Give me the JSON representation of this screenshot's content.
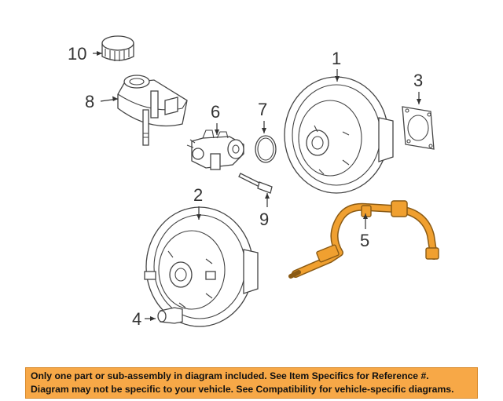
{
  "callouts": {
    "c1": "1",
    "c2": "2",
    "c3": "3",
    "c4": "4",
    "c5": "5",
    "c6": "6",
    "c7": "7",
    "c8": "8",
    "c9": "9",
    "c10": "10"
  },
  "notice": {
    "line1": "Only one part or sub-assembly in diagram included. See Item Specifics for Reference #.",
    "line2": "Diagram may not be specific to your vehicle. See Compatibility for vehicle-specific diagrams."
  },
  "colors": {
    "highlight_part": "#f0a030",
    "banner_background": "#f7a847"
  }
}
